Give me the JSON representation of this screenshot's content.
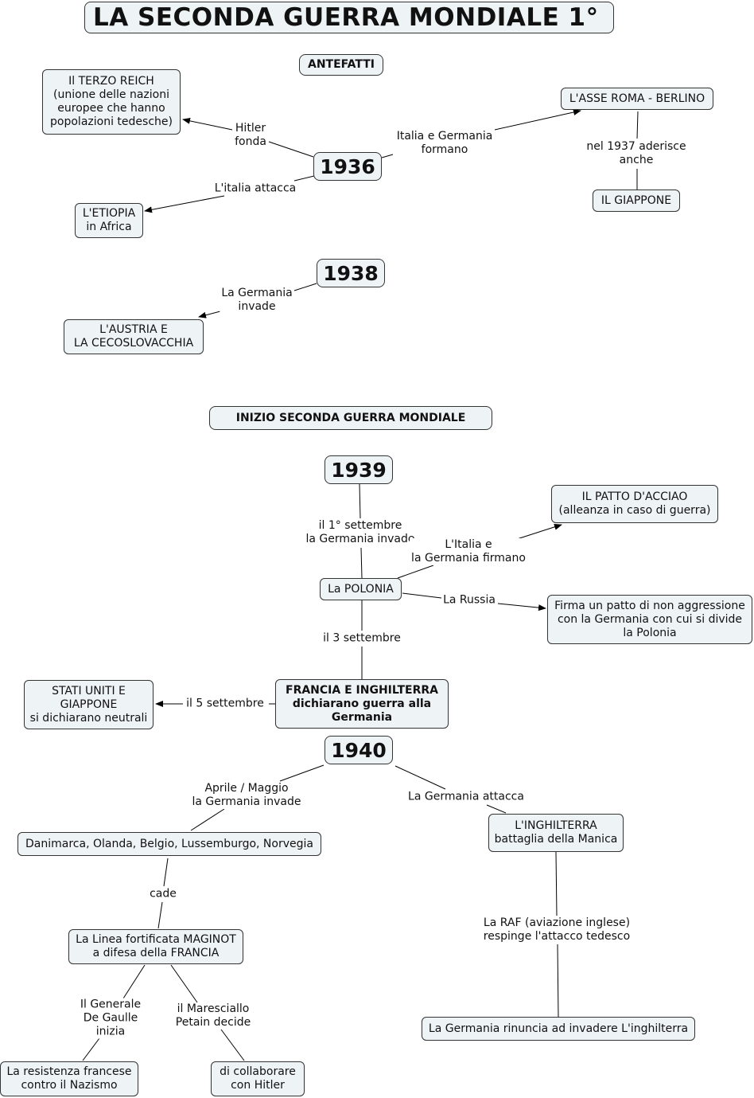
{
  "title": "LA SECONDA GUERRA MONDIALE 1°",
  "sections": {
    "antefatti": "ANTEFATTI",
    "inizio": "INIZIO SECONDA GUERRA MONDIALE"
  },
  "years": {
    "y1936": "1936",
    "y1938": "1938",
    "y1939": "1939",
    "y1940": "1940"
  },
  "nodes": {
    "terzo_reich": "Il TERZO REICH\n(unione delle nazioni\neuropee che hanno\npopolazioni tedesche)",
    "etiopia": "L'ETIOPIA\nin Africa",
    "asse": "L'ASSE ROMA - BERLINO",
    "giappone": "IL GIAPPONE",
    "austria": "L'AUSTRIA E\nLA CECOSLOVACCHIA",
    "patto_acciaio": "IL PATTO D'ACCIAO\n(alleanza in caso di guerra)",
    "polonia": "La POLONIA",
    "patto_non_aggr": "Firma un patto di non aggressione\ncon la Germania con cui si divide\nla Polonia",
    "francia_ingh": "FRANCIA E INGHILTERRA\ndichiarano guerra alla\nGermania",
    "usa_giappone": "STATI UNITI E\nGIAPPONE\nsi dichiarano neutrali",
    "danimarca": "Danimarca, Olanda, Belgio, Lussemburgo, Norvegia",
    "maginot": "La Linea fortificata MAGINOT\na difesa della FRANCIA",
    "resistenza": "La resistenza francese\ncontro il Nazismo",
    "collaborare": "di collaborare\ncon Hitler",
    "inghilterra": "L'INGHILTERRA\nbattaglia della Manica",
    "rinuncia": "La Germania rinuncia ad invadere L'inghilterra"
  },
  "links": {
    "hitler_fonda": "Hitler\nfonda",
    "italia_attacca": "L'italia attacca",
    "italia_germania_formano": "Italia e Germania\nformano",
    "aderisce": "nel 1937 aderisce\nanche",
    "germania_invade_1938": "La Germania\ninvade",
    "settembre_1": "il 1° settembre\nla Germania invade",
    "italia_firmano": "L'Italia e\nla Germania firmano",
    "russia": "La Russia",
    "settembre_3": "il 3 settembre",
    "settembre_5": "il 5 settembre",
    "aprile_maggio": "Aprile / Maggio\nla Germania invade",
    "germania_attacca": "La Germania attacca",
    "cade": "cade",
    "de_gaulle": "Il Generale\nDe Gaulle\ninizia",
    "petain": "il Maresciallo\nPetain decide",
    "raf": "La RAF (aviazione inglese)\nrespinge l'attacco tedesco"
  }
}
